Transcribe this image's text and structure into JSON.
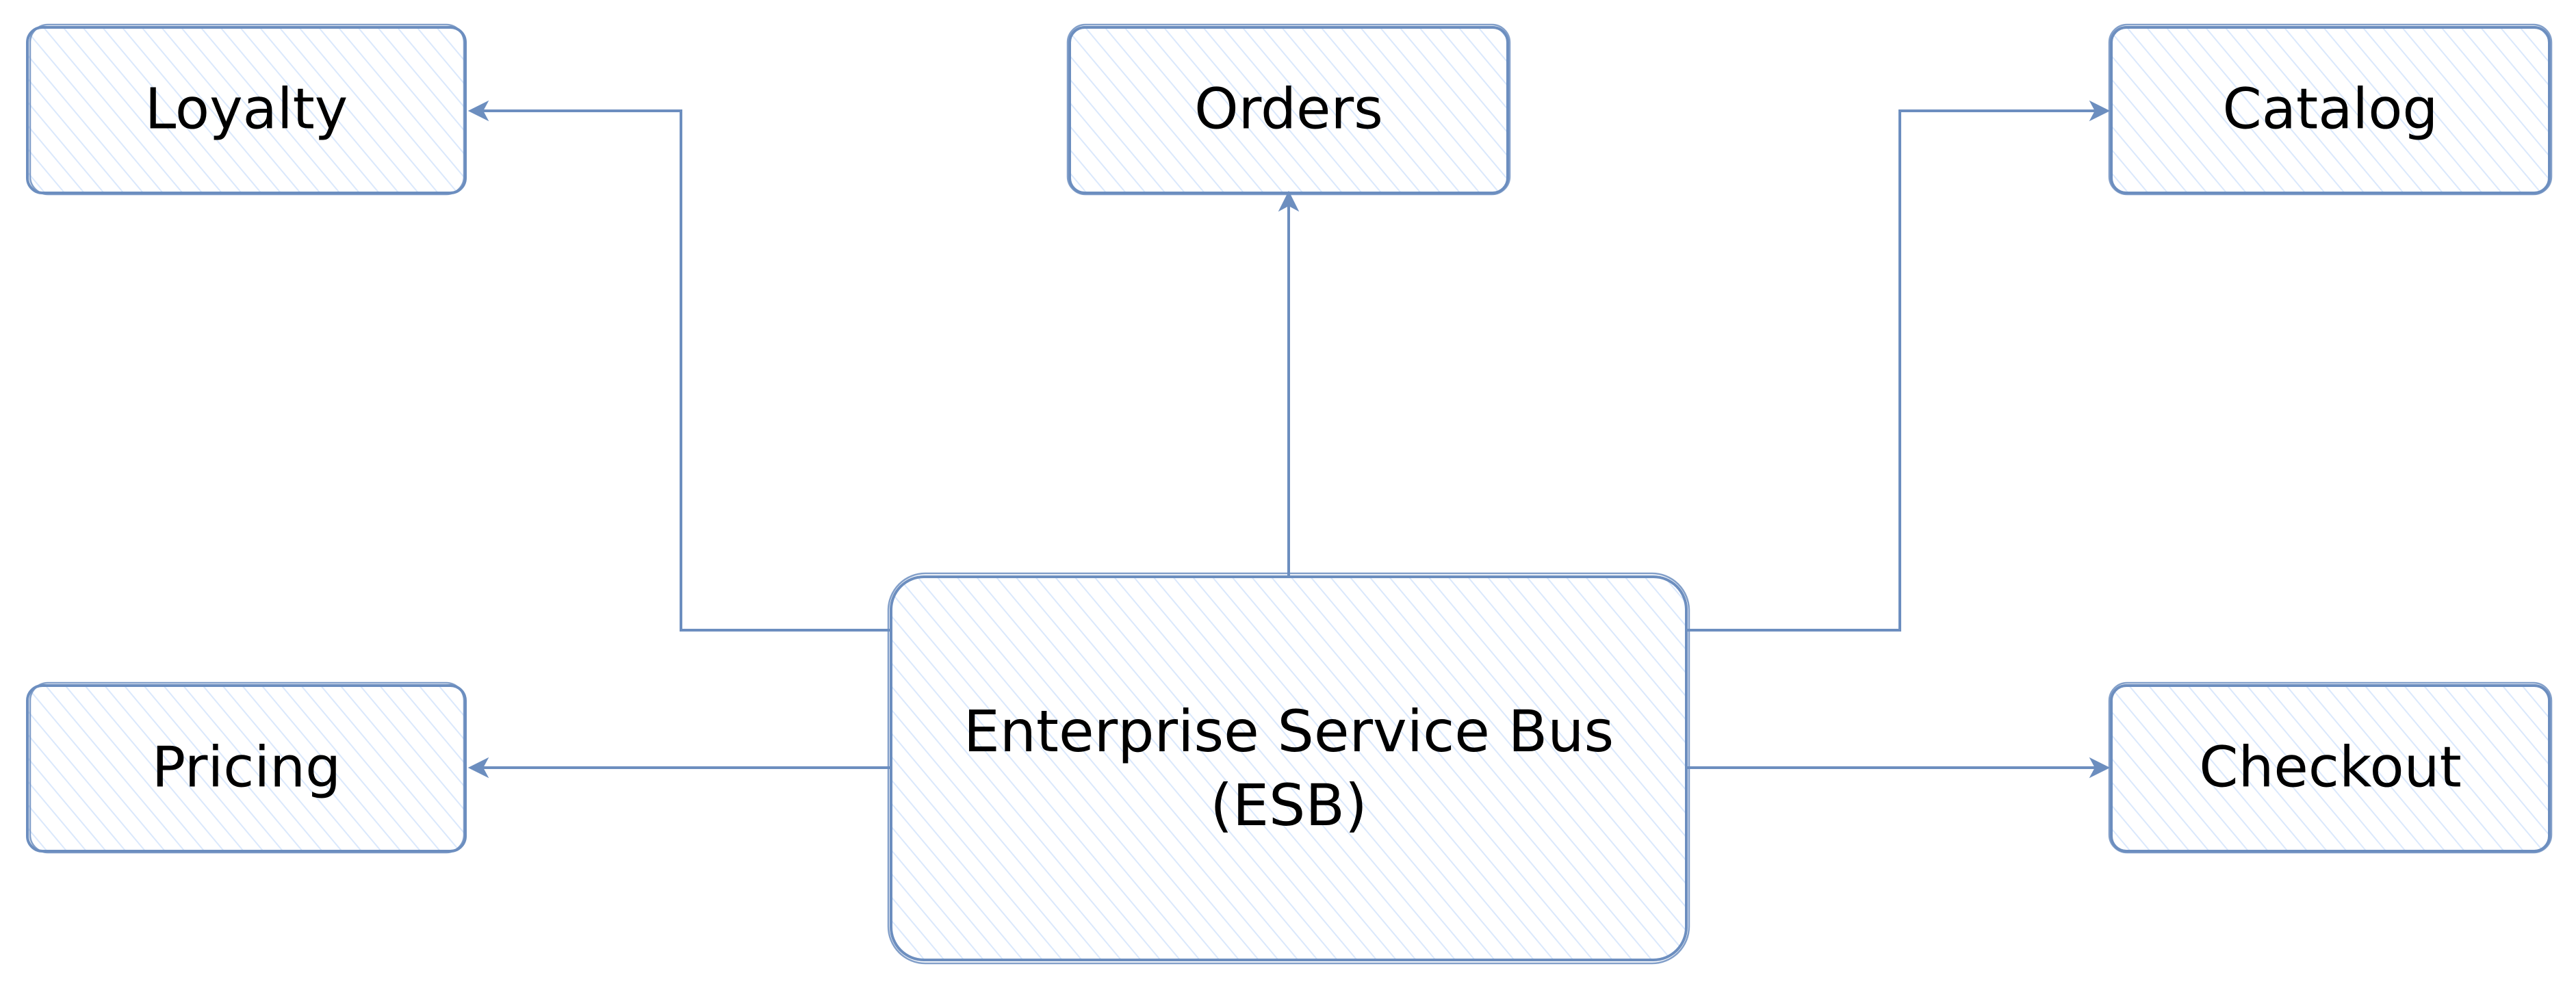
{
  "nodes": {
    "loyalty": "Loyalty",
    "orders": "Orders",
    "catalog": "Catalog",
    "pricing": "Pricing",
    "checkout": "Checkout",
    "esb_line1": "Enterprise Service Bus",
    "esb_line2": "(ESB)"
  },
  "edges": [
    {
      "from": "esb",
      "to": "loyalty"
    },
    {
      "from": "esb",
      "to": "orders"
    },
    {
      "from": "esb",
      "to": "catalog"
    },
    {
      "from": "esb",
      "to": "pricing"
    },
    {
      "from": "esb",
      "to": "checkout"
    }
  ],
  "colors": {
    "stroke": "#6c8ebf",
    "fill": "#dae8fc",
    "text": "#000000"
  }
}
